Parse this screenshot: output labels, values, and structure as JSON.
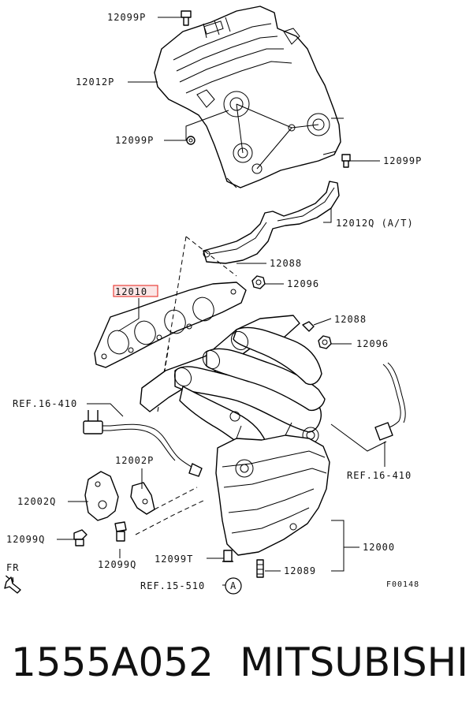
{
  "labels": {
    "p12099P_top": "12099P",
    "p12012P": "12012P",
    "p12099P_mid": "12099P",
    "p12099P_right": "12099P",
    "p12012Q": "12012Q (A/T)",
    "p12088_a": "12088",
    "p12096_a": "12096",
    "p12010": "12010",
    "p12088_b": "12088",
    "p12096_b": "12096",
    "ref16_left": "REF.16-410",
    "ref16_right": "REF.16-410",
    "p12002P": "12002P",
    "p12002Q": "12002Q",
    "p12099Q_left": "12099Q",
    "p12099Q_bottom": "12099Q",
    "p12099T": "12099T",
    "p12089": "12089",
    "p12000": "12000",
    "ref15": "REF.15-510",
    "circle_a": "A",
    "fr": "FR",
    "fig_code": "F00148"
  },
  "caption": {
    "part_number": "1555A052",
    "brand": "MITSUBISHI"
  },
  "colors": {
    "highlight_box": "#e8403a",
    "line": "#000000"
  }
}
